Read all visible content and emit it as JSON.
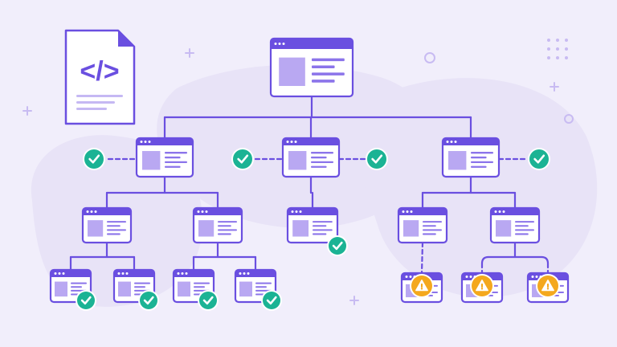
{
  "colors": {
    "background": "#f1eefb",
    "blob": "#e8e3f7",
    "accent": "#6a4fe0",
    "line": "#6a4fe0",
    "window_fill": "#ffffff",
    "image_block": "#b9a8f2",
    "text_line": "#8b74ea",
    "check": "#1bb394",
    "warning": "#f4a81d",
    "warning_border": "#ffffff",
    "deco": "#c8bbf2"
  },
  "document": {
    "icon": "code-file-icon",
    "code_glyph": "</>"
  },
  "sitemap": {
    "root": {
      "status": "none"
    },
    "level1": [
      {
        "id": "a",
        "status": "ok"
      },
      {
        "id": "b",
        "status": "ok"
      },
      {
        "id": "c",
        "status": "ok"
      }
    ],
    "level2": [
      {
        "id": "a1",
        "parent": "a",
        "status": "none"
      },
      {
        "id": "a2",
        "parent": "a",
        "status": "none"
      },
      {
        "id": "b1",
        "parent": "b",
        "status": "ok"
      },
      {
        "id": "c1",
        "parent": "c",
        "status": "none"
      },
      {
        "id": "c2",
        "parent": "c",
        "status": "none"
      }
    ],
    "level3": [
      {
        "id": "a1x",
        "parent": "a1",
        "status": "ok"
      },
      {
        "id": "a1y",
        "parent": "a1",
        "status": "ok"
      },
      {
        "id": "a2x",
        "parent": "a2",
        "status": "ok"
      },
      {
        "id": "a2y",
        "parent": "a2",
        "status": "ok"
      },
      {
        "id": "c1x",
        "parent": "c1",
        "status": "warning"
      },
      {
        "id": "c2x",
        "parent": "c2",
        "status": "warning"
      },
      {
        "id": "c2y",
        "parent": "c2",
        "status": "warning"
      }
    ]
  }
}
